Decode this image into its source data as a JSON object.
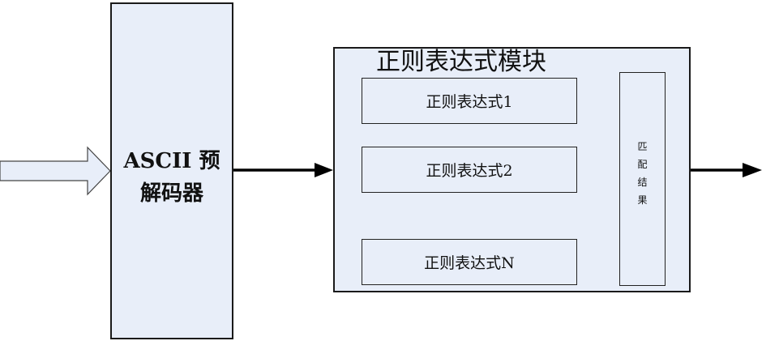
{
  "decoder": {
    "label": "ASCII 预\n解码器"
  },
  "module": {
    "title": "正则表达式模块",
    "regex_boxes": [
      "正则表达式1",
      "正则表达式2",
      "正则表达式N"
    ],
    "match_label": "匹\n配\n结\n果"
  },
  "colors": {
    "box_fill": "#e8eef9",
    "stroke": "#000000"
  }
}
